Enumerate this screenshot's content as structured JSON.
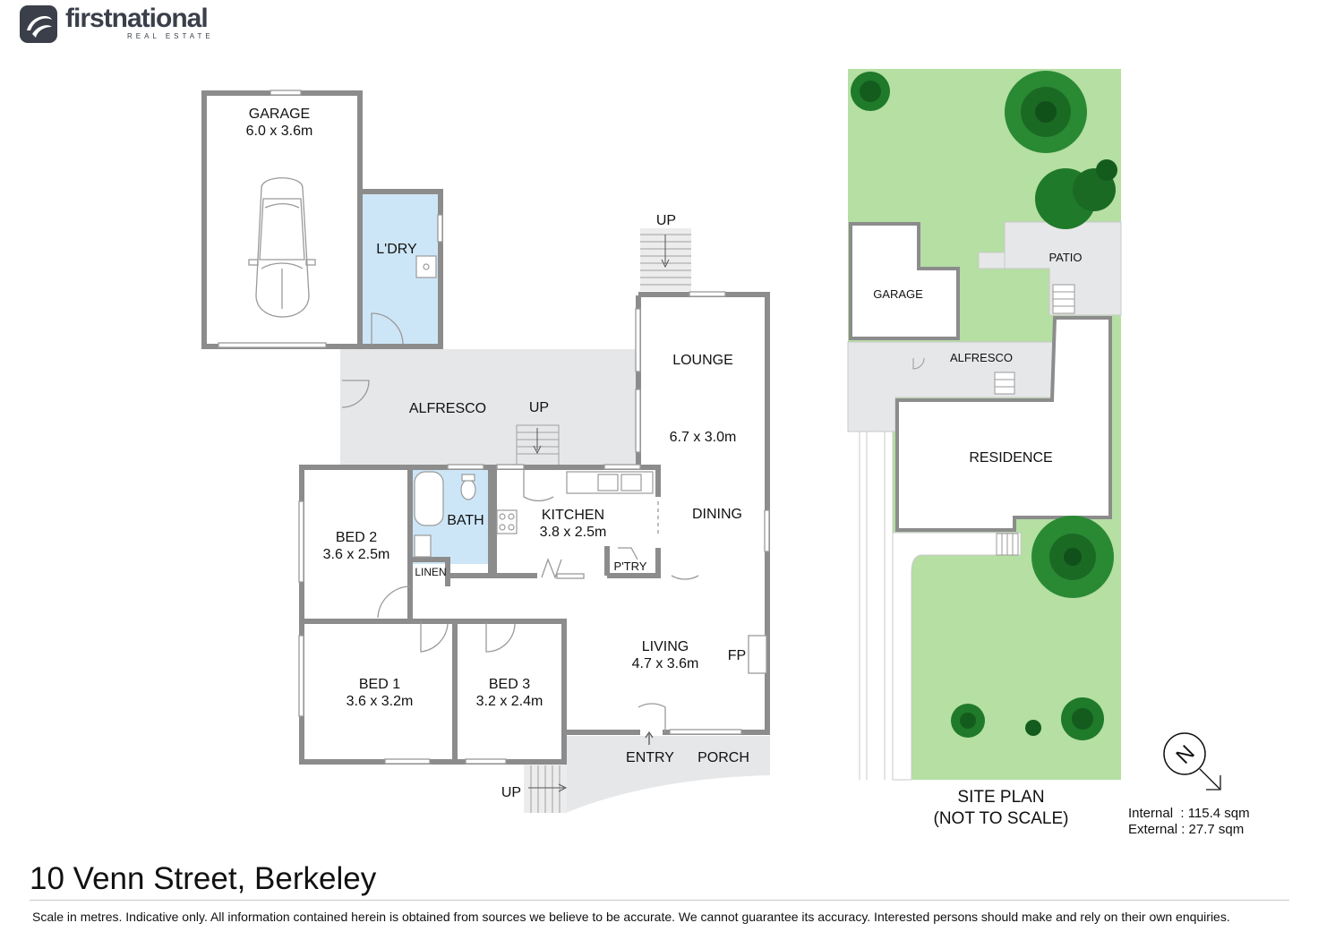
{
  "brand": {
    "name": "firstnational",
    "tagline": "REAL ESTATE"
  },
  "property": {
    "address": "10 Venn Street, Berkeley"
  },
  "floorplan": {
    "rooms": {
      "garage": {
        "name": "GARAGE",
        "size": "6.0 x 3.6m"
      },
      "laundry": {
        "name": "L'DRY"
      },
      "alfresco": {
        "name": "ALFRESCO"
      },
      "lounge": {
        "name": "LOUNGE",
        "size": "6.7 x 3.0m"
      },
      "dining": {
        "name": "DINING"
      },
      "kitchen": {
        "name": "KITCHEN",
        "size": "3.8 x 2.5m"
      },
      "pantry": {
        "name": "P'TRY"
      },
      "bath": {
        "name": "BATH"
      },
      "linen": {
        "name": "LINEN"
      },
      "bed2": {
        "name": "BED 2",
        "size": "3.6 x 2.5m"
      },
      "bed1": {
        "name": "BED 1",
        "size": "3.6 x 3.2m"
      },
      "bed3": {
        "name": "BED 3",
        "size": "3.2 x 2.4m"
      },
      "living": {
        "name": "LIVING",
        "size": "4.7 x 3.6m"
      },
      "fireplace": {
        "name": "FP"
      },
      "entry": {
        "name": "ENTRY"
      },
      "porch": {
        "name": "PORCH"
      }
    },
    "stairs": {
      "up_label": "UP"
    }
  },
  "site_plan": {
    "labels": {
      "patio": "PATIO",
      "garage": "GARAGE",
      "alfresco": "ALFRESCO",
      "residence": "RESIDENCE"
    },
    "title": "SITE PLAN",
    "note": "(NOT TO SCALE)"
  },
  "compass": {
    "letter": "N"
  },
  "areas": {
    "internal": "Internal  : 115.4 sqm",
    "external": "External : 27.7 sqm"
  },
  "disclaimer": "Scale in metres. Indicative only. All information contained herein is obtained from sources we believe to be accurate. We cannot guarantee its accuracy. Interested persons should make and rely on their own enquiries.",
  "colors": {
    "wall": "#8c8c8c",
    "outdoor": "#e6e7e8",
    "wet": "#cde6f7",
    "lawn": "#b5dfa3",
    "tree": "#1f7a2a",
    "brand": "#3b3f4a"
  }
}
